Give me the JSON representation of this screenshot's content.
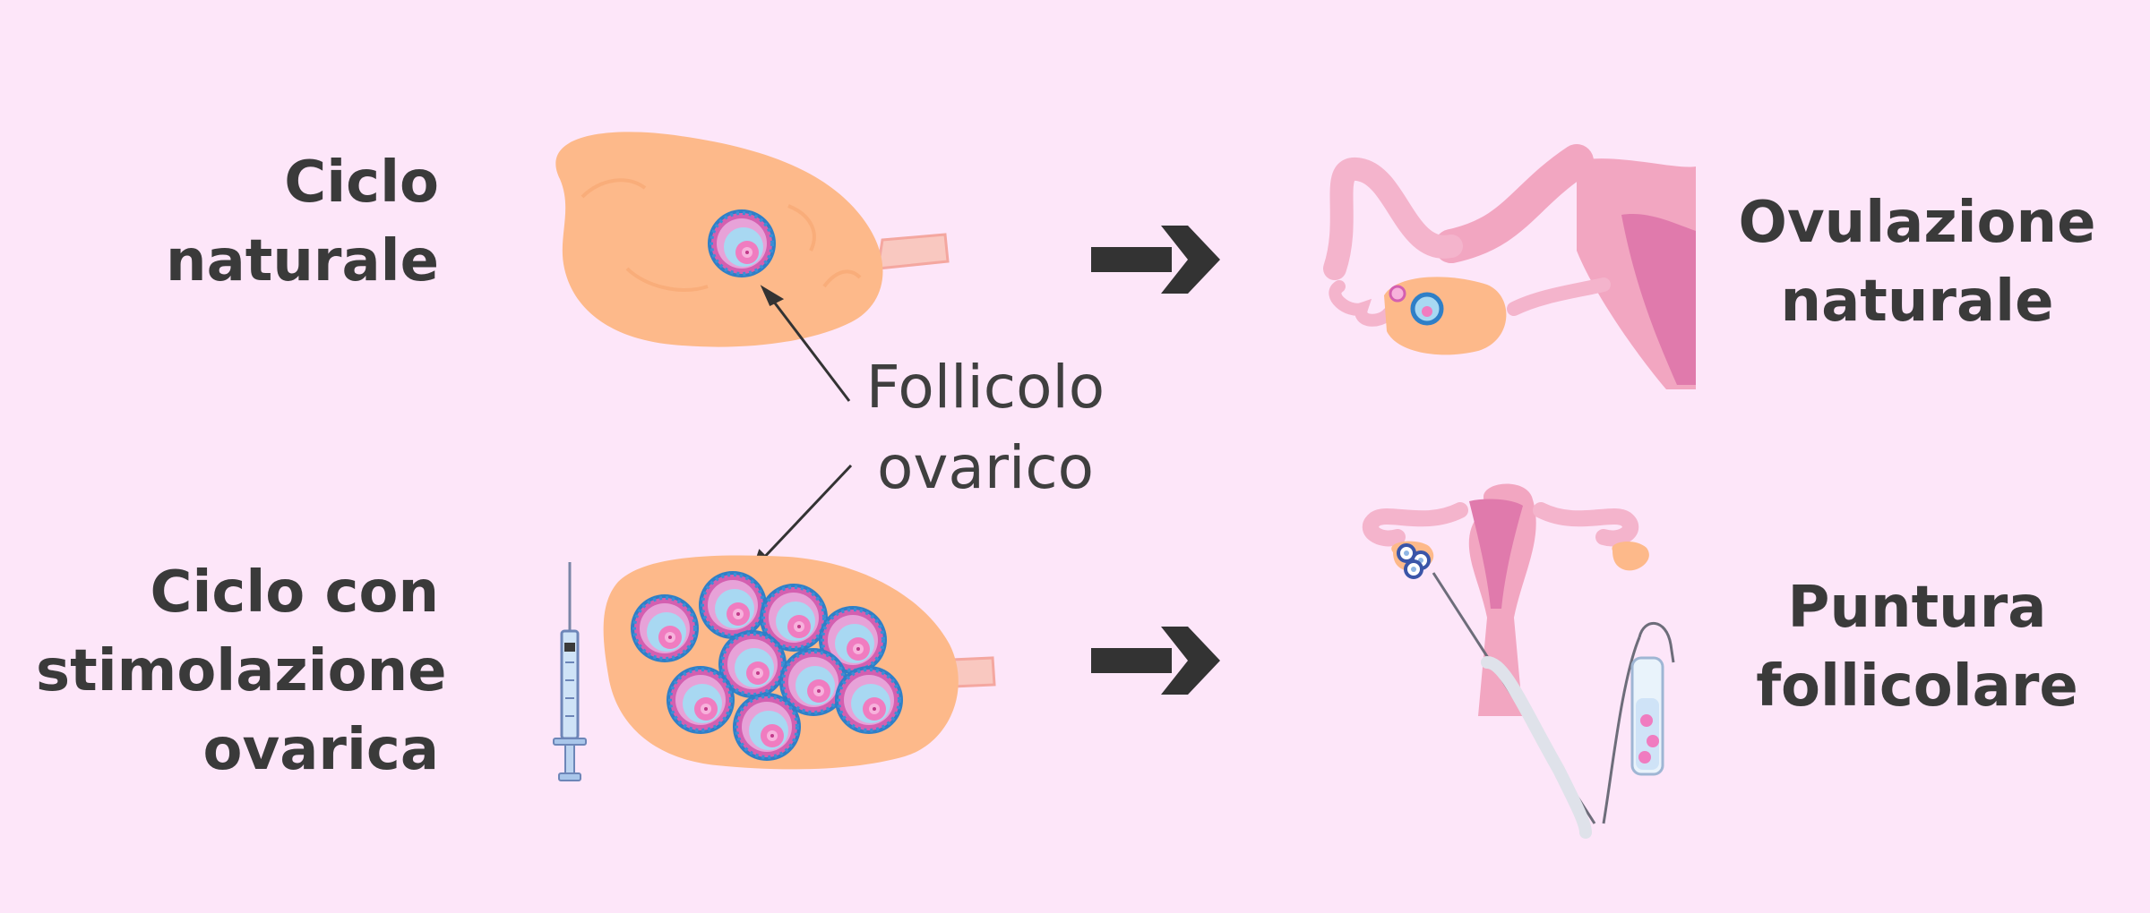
{
  "labels": {
    "natural_cycle": [
      "Ciclo",
      "naturale"
    ],
    "stimulated_cycle": [
      "Ciclo con",
      "stimolazione",
      "ovarica"
    ],
    "natural_ovulation": [
      "Ovulazione",
      "naturale"
    ],
    "follicular_puncture": [
      "Puntura",
      "follicolare"
    ],
    "follicle_callout": [
      "Follicolo",
      "ovarico"
    ]
  },
  "colors": {
    "background": "#fde6f9",
    "text": "#3a3a3a",
    "ovary": "#fdb98a",
    "follicle_blue": "#2f7fc7",
    "follicle_pink": "#e06bb8",
    "uterus": "#f5a9c6",
    "arrow": "#333333"
  }
}
